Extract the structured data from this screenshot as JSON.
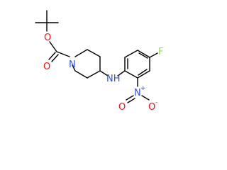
{
  "molecule": {
    "bond_color": "#000000",
    "atom_colors": {
      "oxygen": "#ff0d0d",
      "nitrogen": "#3050f8",
      "fluorine": "#90e050"
    },
    "labels": {
      "ester_oxygen": "O",
      "carbonyl_oxygen": "O",
      "piperidine_nitrogen": "N",
      "amine": "NH",
      "fluorine": "F",
      "nitro_nitrogen": "N",
      "nitro_nitrogen_charge": "+",
      "nitro_oxygen_double": "O",
      "nitro_oxygen_single": "O",
      "nitro_oxygen_charge": "-"
    }
  }
}
